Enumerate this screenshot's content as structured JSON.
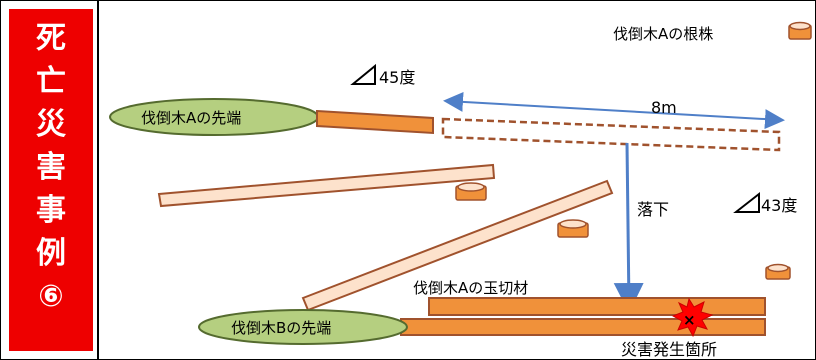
{
  "title_vertical": [
    "死",
    "亡",
    "災",
    "害",
    "事",
    "例",
    "⑥"
  ],
  "labels": {
    "stump_legend": "伐倒木Aの根株",
    "angle_a": "45度",
    "angle_b": "43度",
    "tip_a": "伐倒木Aの先端",
    "tip_b": "伐倒木Bの先端",
    "distance": "8m",
    "fall": "落下",
    "log_piece": "伐倒木Aの玉切材",
    "accident_site": "災害発生箇所"
  },
  "colors": {
    "panel_red": "#ee0000",
    "log_orange": "#f0913a",
    "log_outline": "#a0522d",
    "tip_green": "#b5cf80",
    "arrow_blue": "#4f7fc8",
    "pale_log": "#fde2cc"
  }
}
